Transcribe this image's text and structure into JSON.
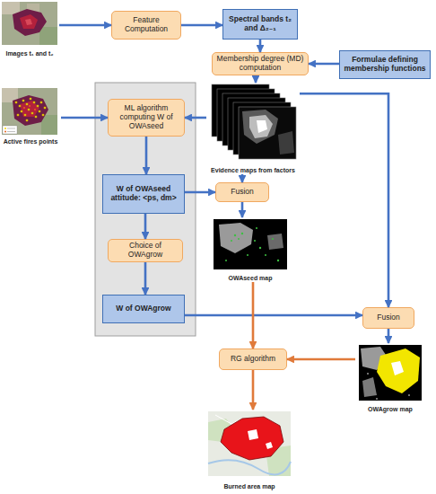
{
  "diagram": {
    "nodes": [
      {
        "text": [
          "Images t₁ and t₂"
        ]
      },
      {
        "text": [
          "Feature Computation"
        ]
      },
      {
        "text": [
          "Spectral bands t₂ and Δ₂₋₁"
        ]
      },
      {
        "text": [
          "Membership degree (MD) computation"
        ]
      },
      {
        "text": [
          "Formulae defining membership functions"
        ]
      },
      {
        "text": [
          "Active fires points"
        ]
      },
      {
        "text": [
          "ML algorithm computing W of OWAseed"
        ]
      },
      {
        "text": [
          "Evidence maps from factors"
        ]
      },
      {
        "text": [
          "W of OWAseed attitude: <ps, dm>"
        ]
      },
      {
        "text": [
          "Fusion"
        ]
      },
      {
        "text": [
          "Choice of OWAgrow"
        ]
      },
      {
        "text": [
          "OWAseed map"
        ]
      },
      {
        "text": [
          "W of OWAgrow"
        ]
      },
      {
        "text": [
          "Fusion"
        ]
      },
      {
        "text": [
          "OWAgrow map"
        ]
      },
      {
        "text": [
          "RG algorithm"
        ]
      },
      {
        "text": [
          "Burned area map"
        ]
      }
    ],
    "edges": [
      {
        "from": 0,
        "to": 1,
        "arrow": "to"
      },
      {
        "from": 1,
        "to": 2,
        "arrow": "to"
      },
      {
        "from": 2,
        "to": 3,
        "arrow": "to"
      },
      {
        "from": 4,
        "to": 3,
        "arrow": "to"
      },
      {
        "from": 3,
        "to": 7,
        "arrow": "to"
      },
      {
        "from": 5,
        "to": 6,
        "arrow": "to"
      },
      {
        "from": 7,
        "to": 6,
        "arrow": "to"
      },
      {
        "from": 6,
        "to": 8,
        "arrow": "to"
      },
      {
        "from": 8,
        "to": 9,
        "arrow": "to"
      },
      {
        "from": 7,
        "to": 9,
        "arrow": "to"
      },
      {
        "from": 8,
        "to": 10,
        "arrow": "to"
      },
      {
        "from": 10,
        "to": 12,
        "arrow": "to"
      },
      {
        "from": 9,
        "to": 11,
        "arrow": "to"
      },
      {
        "from": 7,
        "to": 13,
        "arrow": "to"
      },
      {
        "from": 12,
        "to": 13,
        "arrow": "to"
      },
      {
        "from": 13,
        "to": 14,
        "arrow": "to"
      },
      {
        "from": 11,
        "to": 15,
        "arrow": "to"
      },
      {
        "from": 14,
        "to": 15,
        "arrow": "to"
      },
      {
        "from": 15,
        "to": 16,
        "arrow": "to"
      }
    ]
  }
}
